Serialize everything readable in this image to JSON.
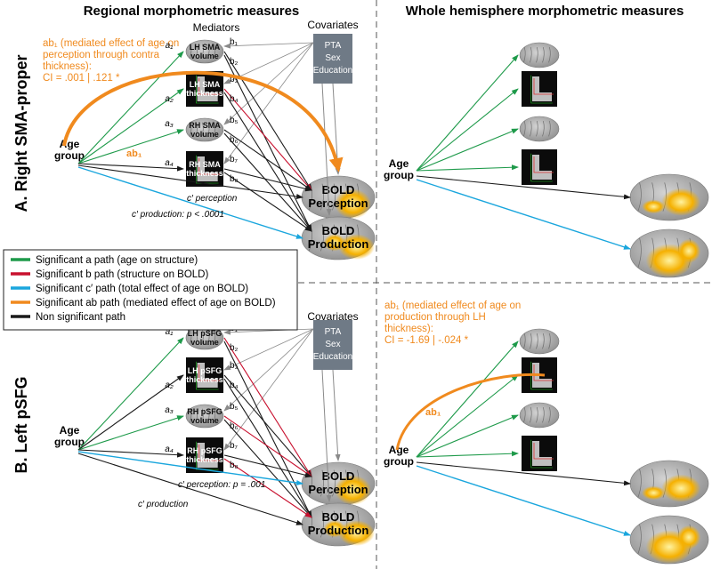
{
  "headers": {
    "regional": "Regional morphometric measures",
    "whole": "Whole hemisphere morphometric measures"
  },
  "sections": {
    "a": "A. Right SMA-proper",
    "b": "B. Left pSFG"
  },
  "labels": {
    "mediators": "Mediators",
    "covariates": "Covariates",
    "cov_box": [
      "PTA",
      "Sex",
      "Education"
    ],
    "age": [
      "Age",
      "group"
    ],
    "bold_perception": [
      "BOLD",
      "Perception"
    ],
    "bold_production": [
      "BOLD",
      "Production"
    ]
  },
  "panel_a": {
    "annotation": {
      "line1": "ab₁ (mediated effect of age on",
      "line2": "perception through contra",
      "line3": "thickness):",
      "line4": "CI = .001 | .121 *"
    },
    "mediators": [
      "LH SMA volume",
      "LH SMA thickness",
      "RH SMA volume",
      "RH SMA thickness"
    ],
    "a_paths": [
      "a₁",
      "a₂",
      "a₃",
      "a₄"
    ],
    "b_paths": [
      "b₁",
      "b₂",
      "b₃",
      "b₄",
      "b₅",
      "b₆",
      "b₇",
      "b₈"
    ],
    "ab_label": "ab₁",
    "c_perception": "c′ perception",
    "c_production": "c′ production: p < .0001"
  },
  "panel_b": {
    "annotation": {
      "line1": "ab₁ (mediated effect of age on",
      "line2": "production through LH",
      "line3": "thickness):",
      "line4": "CI = -1.69 | -.024 *"
    },
    "mediators": [
      "LH pSFG volume",
      "LH pSFG thickness",
      "RH pSFG volume",
      "RH pSFG thickness"
    ],
    "a_paths": [
      "a₁",
      "a₂",
      "a₃",
      "a₄"
    ],
    "b_paths": [
      "b₁",
      "b₂",
      "b₃",
      "b₄",
      "b₅",
      "b₆",
      "b₇",
      "b₈"
    ],
    "ab_label": "ab₁",
    "c_perception": "c′ perception: p = .001",
    "c_production": "c′ production"
  },
  "legend": [
    {
      "color": "#1e9a4a",
      "text": "Significant a path (age on structure)"
    },
    {
      "color": "#c8102e",
      "text": "Significant b path (structure on BOLD)"
    },
    {
      "color": "#1aa6dd",
      "text": "Significant c′ path (total effect of age on BOLD)"
    },
    {
      "color": "#f08a1e",
      "text": "Significant ab path (mediated effect of age on BOLD)"
    },
    {
      "color": "#1a1a1a",
      "text": "Non significant path"
    }
  ],
  "colors": {
    "green": "#1e9a4a",
    "red": "#c8102e",
    "blue": "#1aa6dd",
    "orange": "#f08a1e",
    "black": "#1a1a1a",
    "gray": "#8a8a8a",
    "cov_box": "#6f7a86"
  }
}
